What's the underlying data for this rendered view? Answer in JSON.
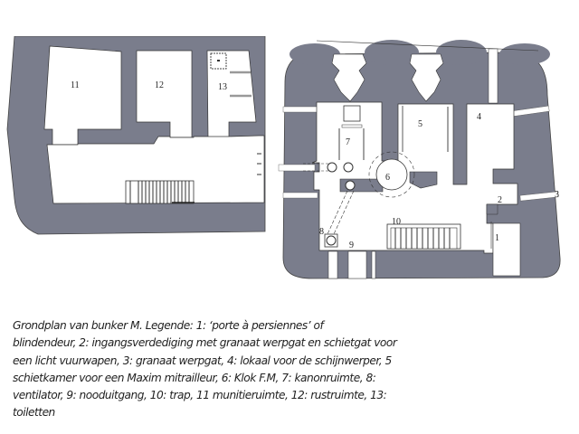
{
  "figure": {
    "left_plan": {
      "labels": {
        "r11": "11",
        "r12": "12",
        "r13": "13"
      }
    },
    "right_plan": {
      "labels": {
        "r1": "1",
        "r2": "2",
        "r3": "3",
        "r4": "4",
        "r5": "5",
        "r6": "6",
        "r7": "7",
        "r8": "8",
        "r9": "9",
        "r10": "10"
      }
    },
    "colors": {
      "wall": "#7a7d8c",
      "floor": "#ffffff",
      "line": "#333333"
    }
  },
  "caption": {
    "lines": [
      "Grondplan van bunker M. Legende: 1: ‘porte à persiennes’ of",
      "blindendeur, 2: ingangsverdediging met granaat werpgat en schietgat voor",
      "een licht vuurwapen,  3: granaat  werpgat, 4: lokaal voor de schijnwerper, 5",
      "schietkamer voor een Maxim mitrailleur, 6: Klok F.M, 7: kanonruimte, 8:",
      "ventilator, 9: nooduitgang,  10: trap, 11 munitieruimte, 12: rustruimte, 13:",
      "toiletten"
    ]
  },
  "legend": [
    {
      "id": "1",
      "label": "‘porte à persiennes’ of blindendeur"
    },
    {
      "id": "2",
      "label": "ingangsverdediging met granaat werpgat en schietgat voor een licht vuurwapen"
    },
    {
      "id": "3",
      "label": "granaat werpgat"
    },
    {
      "id": "4",
      "label": "lokaal voor de schijnwerper"
    },
    {
      "id": "5",
      "label": "schietkamer voor een Maxim mitrailleur"
    },
    {
      "id": "6",
      "label": "Klok F.M"
    },
    {
      "id": "7",
      "label": "kanonruimte"
    },
    {
      "id": "8",
      "label": "ventilator"
    },
    {
      "id": "9",
      "label": "nooduitgang"
    },
    {
      "id": "10",
      "label": "trap"
    },
    {
      "id": "11",
      "label": "munitieruimte"
    },
    {
      "id": "12",
      "label": "rustruimte"
    },
    {
      "id": "13",
      "label": "toiletten"
    }
  ]
}
